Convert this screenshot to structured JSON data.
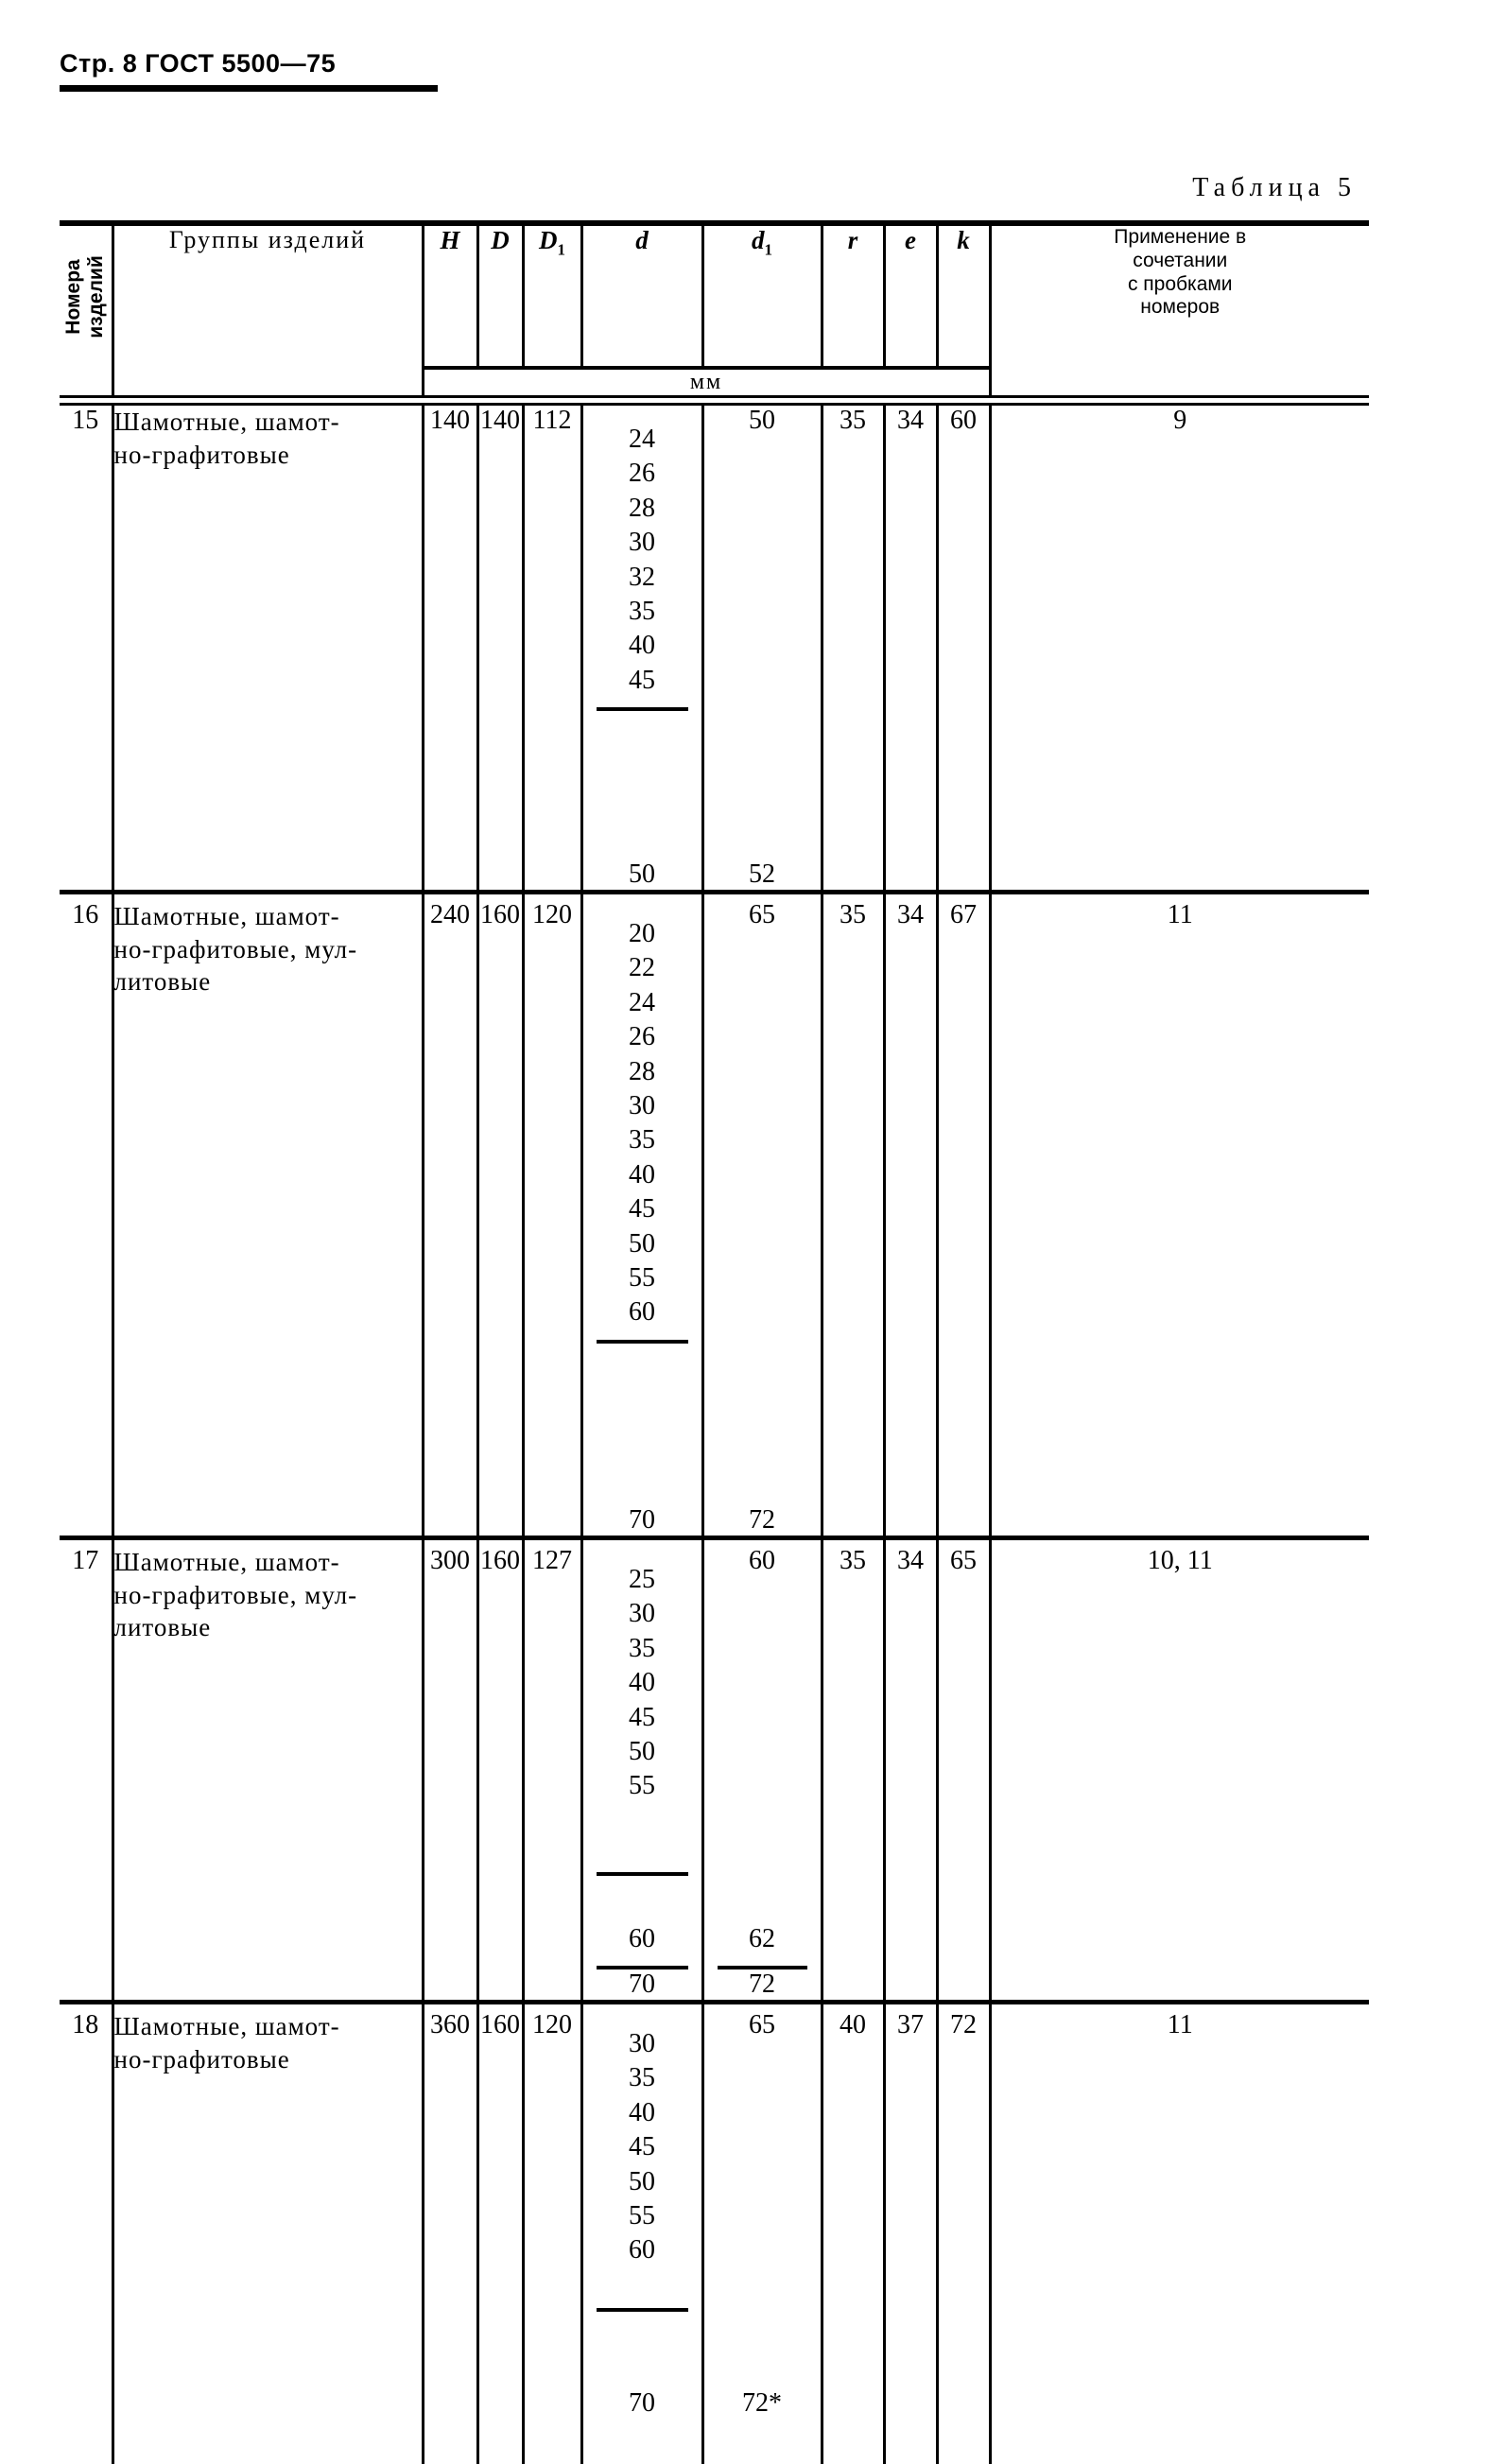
{
  "page": {
    "header": "Стр. 8 ГОСТ 5500—75",
    "table_caption": "Таблица 5"
  },
  "table": {
    "headers": {
      "item_numbers": [
        "Номера",
        "изделий"
      ],
      "product_groups": "Группы изделий",
      "H": "H",
      "D": "D",
      "D1_base": "D",
      "D1_sub": "1",
      "d": "d",
      "d1_base": "d",
      "d1_sub": "1",
      "r": "r",
      "e": "e",
      "k": "k",
      "unit": "мм",
      "application": [
        "Применение в",
        "сочетании",
        "с пробками",
        "номеров"
      ]
    },
    "rows": [
      {
        "number": "15",
        "groups": [
          "Шамотные, шамот-",
          "но-графитовые"
        ],
        "H": "140",
        "D": "140",
        "D1": "112",
        "d_values": [
          "24",
          "26",
          "28",
          "30",
          "32",
          "35",
          "40",
          "45"
        ],
        "d1": "50",
        "r": "35",
        "e": "34",
        "k": "60",
        "application": "9",
        "sub_rows": [
          {
            "d": "50",
            "d1": "52"
          }
        ]
      },
      {
        "number": "16",
        "groups": [
          "Шамотные, шамот-",
          "но-графитовые, мул-",
          "литовые"
        ],
        "H": "240",
        "D": "160",
        "D1": "120",
        "d_values": [
          "20",
          "22",
          "24",
          "26",
          "28",
          "30",
          "35",
          "40",
          "45",
          "50",
          "55",
          "60"
        ],
        "d1": "65",
        "r": "35",
        "e": "34",
        "k": "67",
        "application": "11",
        "sub_rows": [
          {
            "d": "70",
            "d1": "72"
          }
        ]
      },
      {
        "number": "17",
        "groups": [
          "Шамотные, шамот-",
          "но-графитовые, мул-",
          "литовые"
        ],
        "H": "300",
        "D": "160",
        "D1": "127",
        "d_values": [
          "25",
          "30",
          "35",
          "40",
          "45",
          "50",
          "55"
        ],
        "d1": "60",
        "r": "35",
        "e": "34",
        "k": "65",
        "application": "10, 11",
        "sub_rows": [
          {
            "d": "60",
            "d1": "62"
          },
          {
            "d": "70",
            "d1": "72"
          }
        ]
      },
      {
        "number": "18",
        "groups": [
          "Шамотные, шамот-",
          "но-графитовые"
        ],
        "H": "360",
        "D": "160",
        "D1": "120",
        "d_values": [
          "30",
          "35",
          "40",
          "45",
          "50",
          "55",
          "60"
        ],
        "d1": "65",
        "r": "40",
        "e": "37",
        "k": "72",
        "application": "11",
        "sub_rows": [
          {
            "d": "70",
            "d1": "72*"
          }
        ]
      }
    ]
  }
}
